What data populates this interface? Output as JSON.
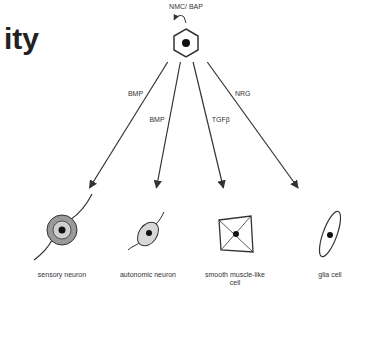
{
  "diagram": {
    "nodes": [
      {
        "text": [
          "NMC/ BAP"
        ]
      },
      {
        "text": [
          "sensory neuron"
        ]
      },
      {
        "text": [
          "autonomic neuron"
        ]
      },
      {
        "text": [
          "smooth muscle-like cell"
        ]
      },
      {
        "text": [
          "glia cell"
        ]
      }
    ],
    "edges": [
      {
        "from": 0,
        "to": 1,
        "label": "BMP",
        "arrow": "to"
      },
      {
        "from": 0,
        "to": 2,
        "label": "BMP",
        "arrow": "to"
      },
      {
        "from": 0,
        "to": 3,
        "label": "TGFβ",
        "arrow": "to"
      },
      {
        "from": 0,
        "to": 4,
        "label": "NRG",
        "arrow": "to"
      }
    ],
    "labels": [
      "ity"
    ]
  }
}
